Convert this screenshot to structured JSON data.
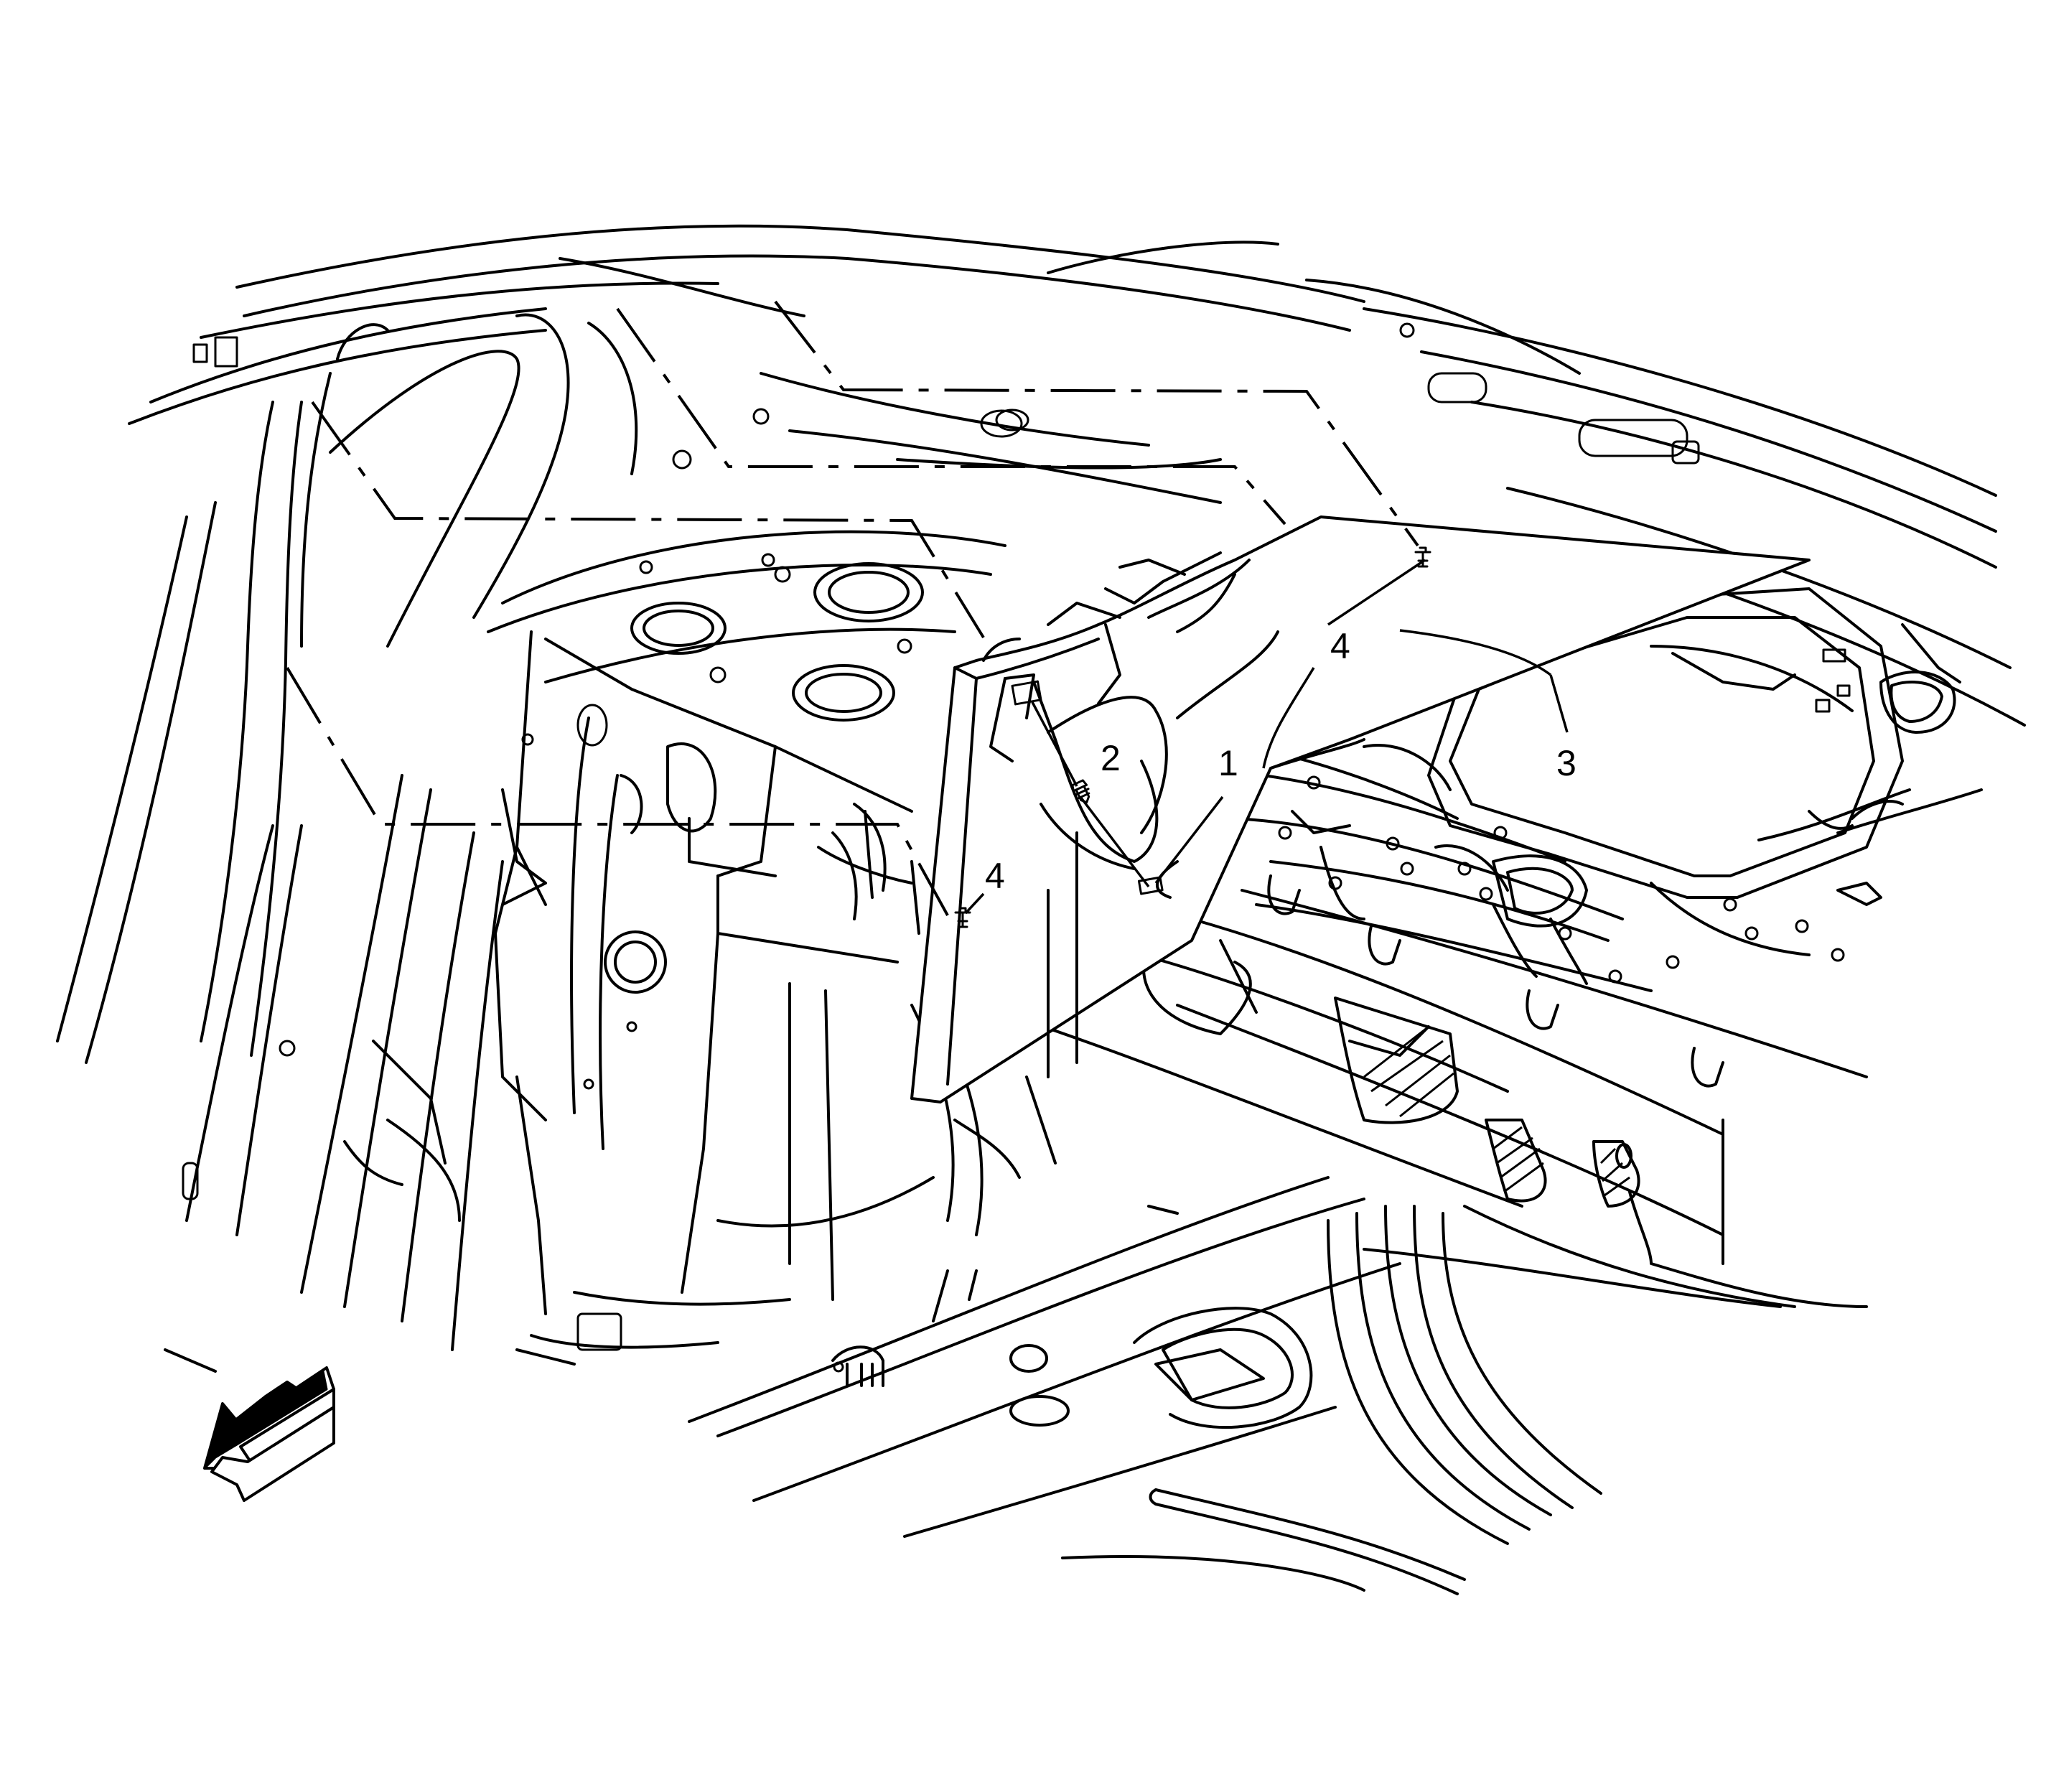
{
  "callouts": [
    {
      "id": "1",
      "text": "1"
    },
    {
      "id": "2",
      "text": "2"
    },
    {
      "id": "3",
      "text": "3"
    },
    {
      "id": "4a",
      "text": "4"
    },
    {
      "id": "4b",
      "text": "4"
    }
  ],
  "colors": {
    "line": "#000000",
    "background": "#ffffff"
  },
  "icons": {
    "direction": "front-arrow-icon"
  }
}
